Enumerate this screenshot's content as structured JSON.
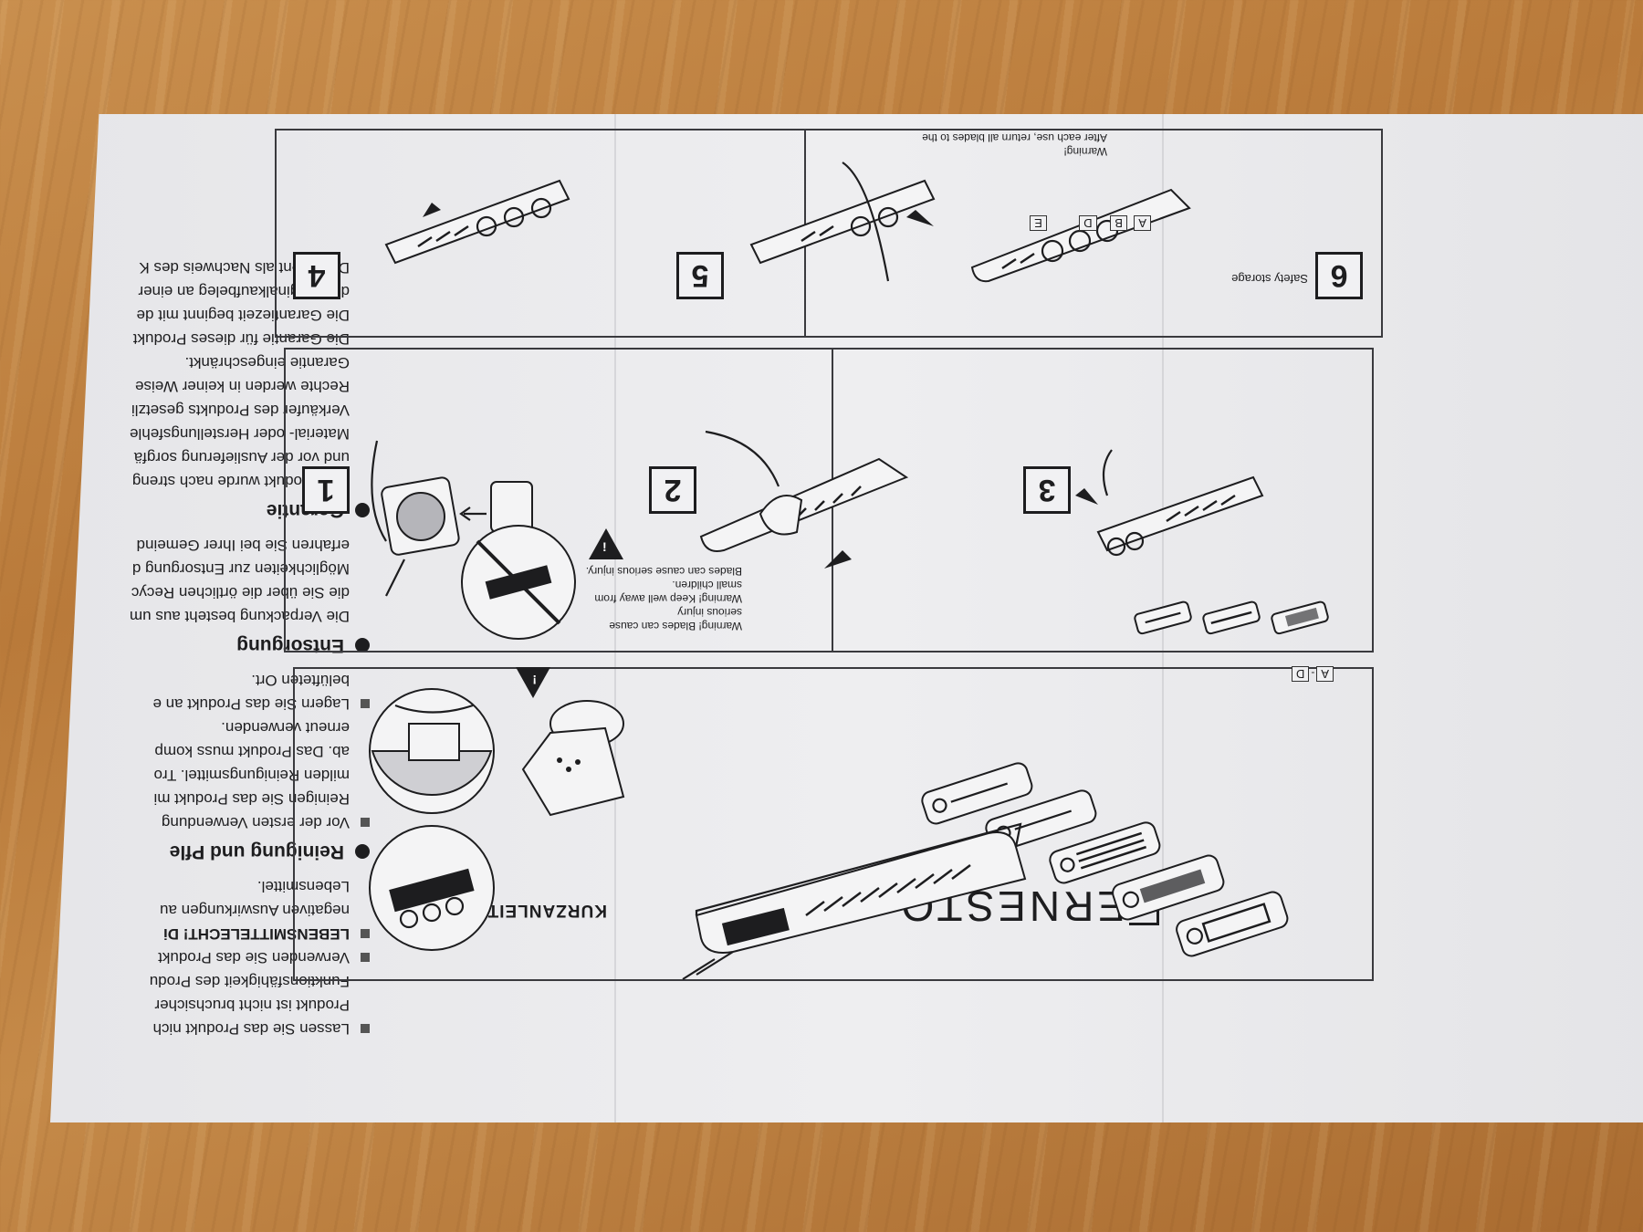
{
  "brand": {
    "name": "ERNESTO",
    "reg": "®"
  },
  "title": "KURZANLEITUNG",
  "sections": {
    "intro_bullets": [
      [
        "Lassen Sie das Produkt nich",
        "Produkt ist nicht bruchsicher",
        "Funktionsfähigkeit des Produ"
      ],
      [
        "Verwenden Sie das Produkt"
      ],
      [
        "LEBENSMITTELECHT! Di",
        "negativen Auswirkungen au",
        "Lebensmittel."
      ]
    ],
    "cleaning": {
      "heading": "Reinigung und Pfle",
      "bullets": [
        [
          "Vor der ersten Verwendung",
          "Reinigen Sie das Produkt mi",
          "milden Reinigungsmittel. Tro",
          "ab. Das Produkt muss komp",
          "erneut verwenden."
        ],
        [
          "Lagern Sie das Produkt an e",
          "belüfteten Ort."
        ]
      ]
    },
    "disposal": {
      "heading": "Entsorgung",
      "lines": [
        "Die Verpackung besteht aus um",
        "die Sie über die örtlichen Recyc",
        "Möglichkeiten zur Entsorgung d",
        "erfahren Sie bei Ihrer Gemeind"
      ]
    },
    "warranty": {
      "heading": "Garantie",
      "lines": [
        "Das Produkt wurde nach streng",
        "und vor der Auslieferung sorgfä",
        "Material- oder Herstellungsfehle",
        "Verkäufer des Produkts gesetzli",
        "Rechte werden in keiner Weise",
        "Garantie eingeschränkt.",
        "Die Garantie für dieses Produkt",
        "Die Garantiezeit beginnt mit de",
        "den Originalkaufbeleg an einer",
        "Dokument als Nachweis des K"
      ]
    }
  },
  "steps": {
    "s1": "1",
    "s2": "2",
    "s3": "3",
    "s4": "4",
    "s5": "5",
    "s6": "6",
    "safety_storage": "Safety storage",
    "warn_top_title": "Warning!",
    "warn_top_text": "After each use, return all blades to the",
    "warn_lines": [
      "Warning! Blades can cause",
      "serious injury",
      "Warning! Keep well away from",
      "small children.",
      "Blades can cause serious injury."
    ],
    "tags_ad": [
      "A",
      "-",
      "D"
    ],
    "tags_storage": [
      "A",
      "B",
      "-",
      "D",
      "E"
    ]
  }
}
